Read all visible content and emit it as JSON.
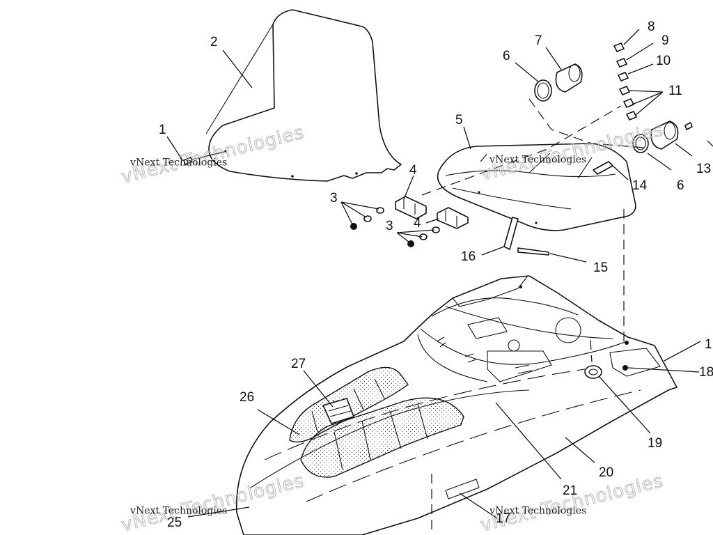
{
  "diagram": {
    "callouts": [
      {
        "id": "c1",
        "text": "1"
      },
      {
        "id": "c2",
        "text": "2"
      },
      {
        "id": "c3a",
        "text": "3"
      },
      {
        "id": "c3b",
        "text": "3"
      },
      {
        "id": "c4a",
        "text": "4"
      },
      {
        "id": "c4b",
        "text": "4"
      },
      {
        "id": "c5",
        "text": "5"
      },
      {
        "id": "c6a",
        "text": "6"
      },
      {
        "id": "c6b",
        "text": "6"
      },
      {
        "id": "c7",
        "text": "7"
      },
      {
        "id": "c8",
        "text": "8"
      },
      {
        "id": "c9",
        "text": "9"
      },
      {
        "id": "c10",
        "text": "10"
      },
      {
        "id": "c11",
        "text": "11"
      },
      {
        "id": "c12",
        "text": "1"
      },
      {
        "id": "c13",
        "text": "13"
      },
      {
        "id": "c14",
        "text": "14"
      },
      {
        "id": "c15",
        "text": "15"
      },
      {
        "id": "c16",
        "text": "16"
      },
      {
        "id": "c17",
        "text": "17"
      },
      {
        "id": "c18",
        "text": "18"
      },
      {
        "id": "c19",
        "text": "19"
      },
      {
        "id": "c20",
        "text": "20"
      },
      {
        "id": "c21",
        "text": "21"
      },
      {
        "id": "c25",
        "text": "25"
      },
      {
        "id": "c26",
        "text": "26"
      },
      {
        "id": "c27",
        "text": "27"
      }
    ],
    "watermarks": [
      {
        "id": "w1",
        "small": "vNext Technologies",
        "big": "vNext Technologies"
      },
      {
        "id": "w2",
        "small": "vNext Technologies",
        "big": "vNext Technologies"
      },
      {
        "id": "w3",
        "small": "vNext Technologies",
        "big": "vNext Technologies"
      },
      {
        "id": "w4",
        "small": "vNext Technologies",
        "big": "vNext Technologies"
      }
    ]
  }
}
